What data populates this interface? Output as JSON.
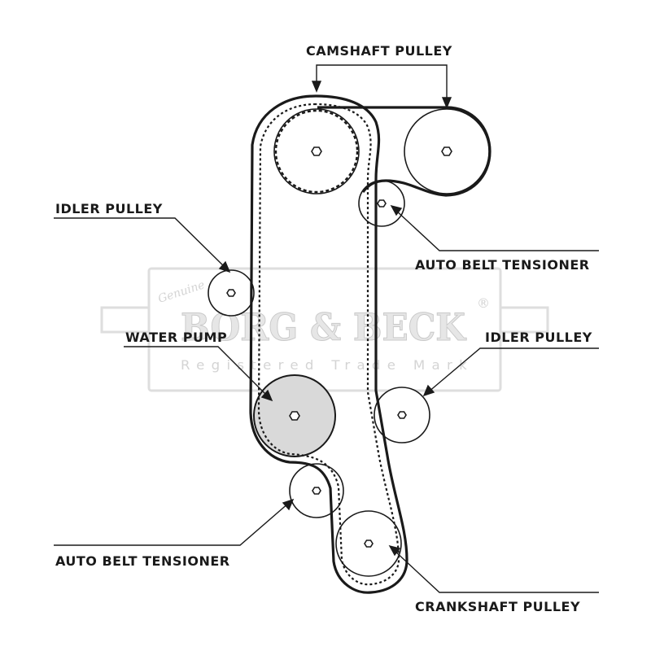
{
  "labels": {
    "camshaft_pulley": "CAMSHAFT PULLEY",
    "idler_pulley_left": "IDLER PULLEY",
    "auto_belt_tensioner_right": "AUTO BELT TENSIONER",
    "water_pump": "WATER PUMP",
    "idler_pulley_right": "IDLER PULLEY",
    "auto_belt_tensioner_left": "AUTO BELT TENSIONER",
    "crankshaft_pulley": "CRANKSHAFT PULLEY"
  },
  "watermark": {
    "script": "Genuine",
    "brand": "BORG & BECK",
    "registered_mark": "®",
    "tagline": "Registered Trade Mark"
  },
  "colors": {
    "line": "#1a1a1a",
    "water_pump_fill": "#d9d9d9",
    "watermark": "#d4d4d4"
  }
}
